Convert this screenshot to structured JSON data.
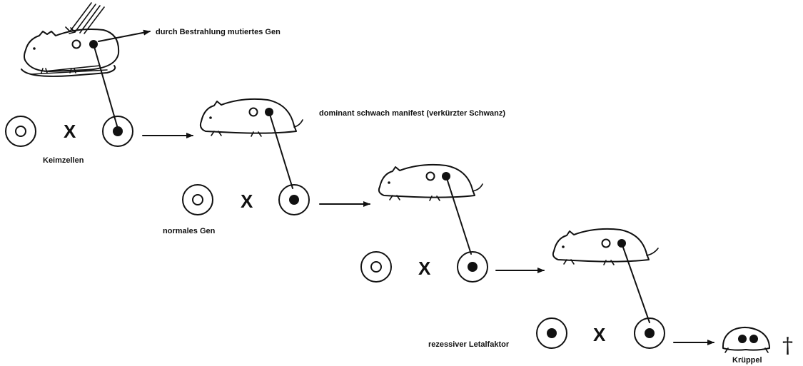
{
  "labels": {
    "mutated_gene": "durch Bestrahlung mutiertes Gen",
    "dominant": "dominant schwach manifest (verkürzter Schwanz)",
    "germ_cells": "Keimzellen",
    "normal_gene": "normales Gen",
    "recessive": "rezessiver Letalfaktor",
    "cripple": "Krüppel"
  },
  "symbols": {
    "cross": "X",
    "death": "†"
  },
  "colors": {
    "ink": "#111111",
    "paper": "#ffffff"
  }
}
